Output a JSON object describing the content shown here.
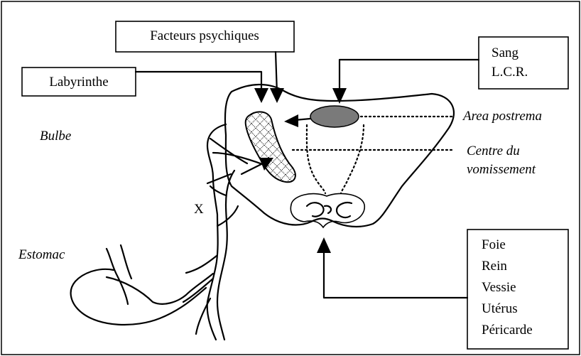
{
  "labels": {
    "facteurs": "Facteurs psychiques",
    "labyrinthe": "Labyrinthe",
    "sang": "Sang",
    "lcr": "L.C.R.",
    "area_postrema": "Area postrema",
    "centre_line1": "Centre du",
    "centre_line2": "vomissement",
    "bulbe": "Bulbe",
    "x_nerve": "X",
    "estomac": "Estomac"
  },
  "organs": [
    "Foie",
    "Rein",
    "Vessie",
    "Utérus",
    "Péricarde"
  ],
  "colors": {
    "line": "#000000",
    "area_postrema_fill": "#7a7a7a",
    "background": "#ffffff"
  }
}
